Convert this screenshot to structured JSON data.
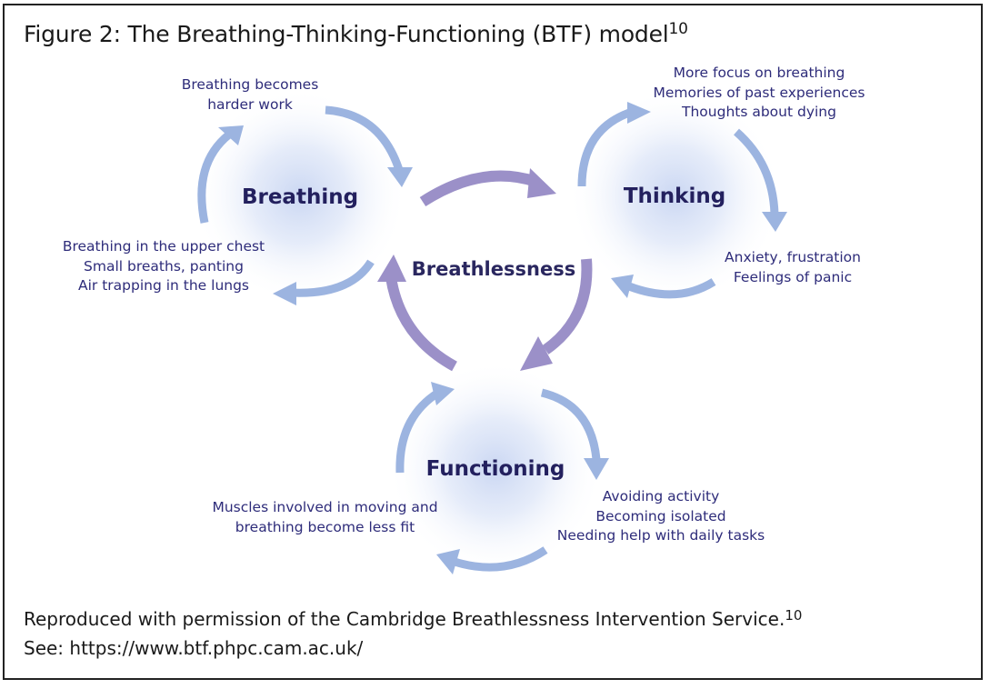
{
  "title": {
    "text": "Figure 2: The Breathing-Thinking-Functioning (BTF) model",
    "ref": "10"
  },
  "nodes": {
    "breathing": "Breathing",
    "thinking": "Thinking",
    "functioning": "Functioning",
    "center": "Breathlessness"
  },
  "annotations": {
    "breathing_top": [
      "Breathing becomes",
      "harder work"
    ],
    "breathing_left": [
      "Breathing in the upper chest",
      "Small breaths, panting",
      "Air trapping in the lungs"
    ],
    "thinking_top": [
      "More focus on breathing",
      "Memories of past experiences",
      "Thoughts about dying"
    ],
    "thinking_right": [
      "Anxiety, frustration",
      "Feelings of panic"
    ],
    "functioning_left": [
      "Muscles involved in moving and",
      "breathing become less fit"
    ],
    "functioning_right": [
      "Avoiding activity",
      "Becoming isolated",
      "Needing help with daily tasks"
    ]
  },
  "footer": {
    "line1": "Reproduced with permission of the Cambridge Breathlessness Intervention Service.",
    "line1_ref": "10",
    "line2": "See: https://www.btf.phpc.cam.ac.uk/"
  },
  "colors": {
    "outer_arrow": "#9cb4e0",
    "inner_arrow": "#9b90c8",
    "node_glow": "#cfdaf3",
    "text": "#2e2c7a"
  }
}
